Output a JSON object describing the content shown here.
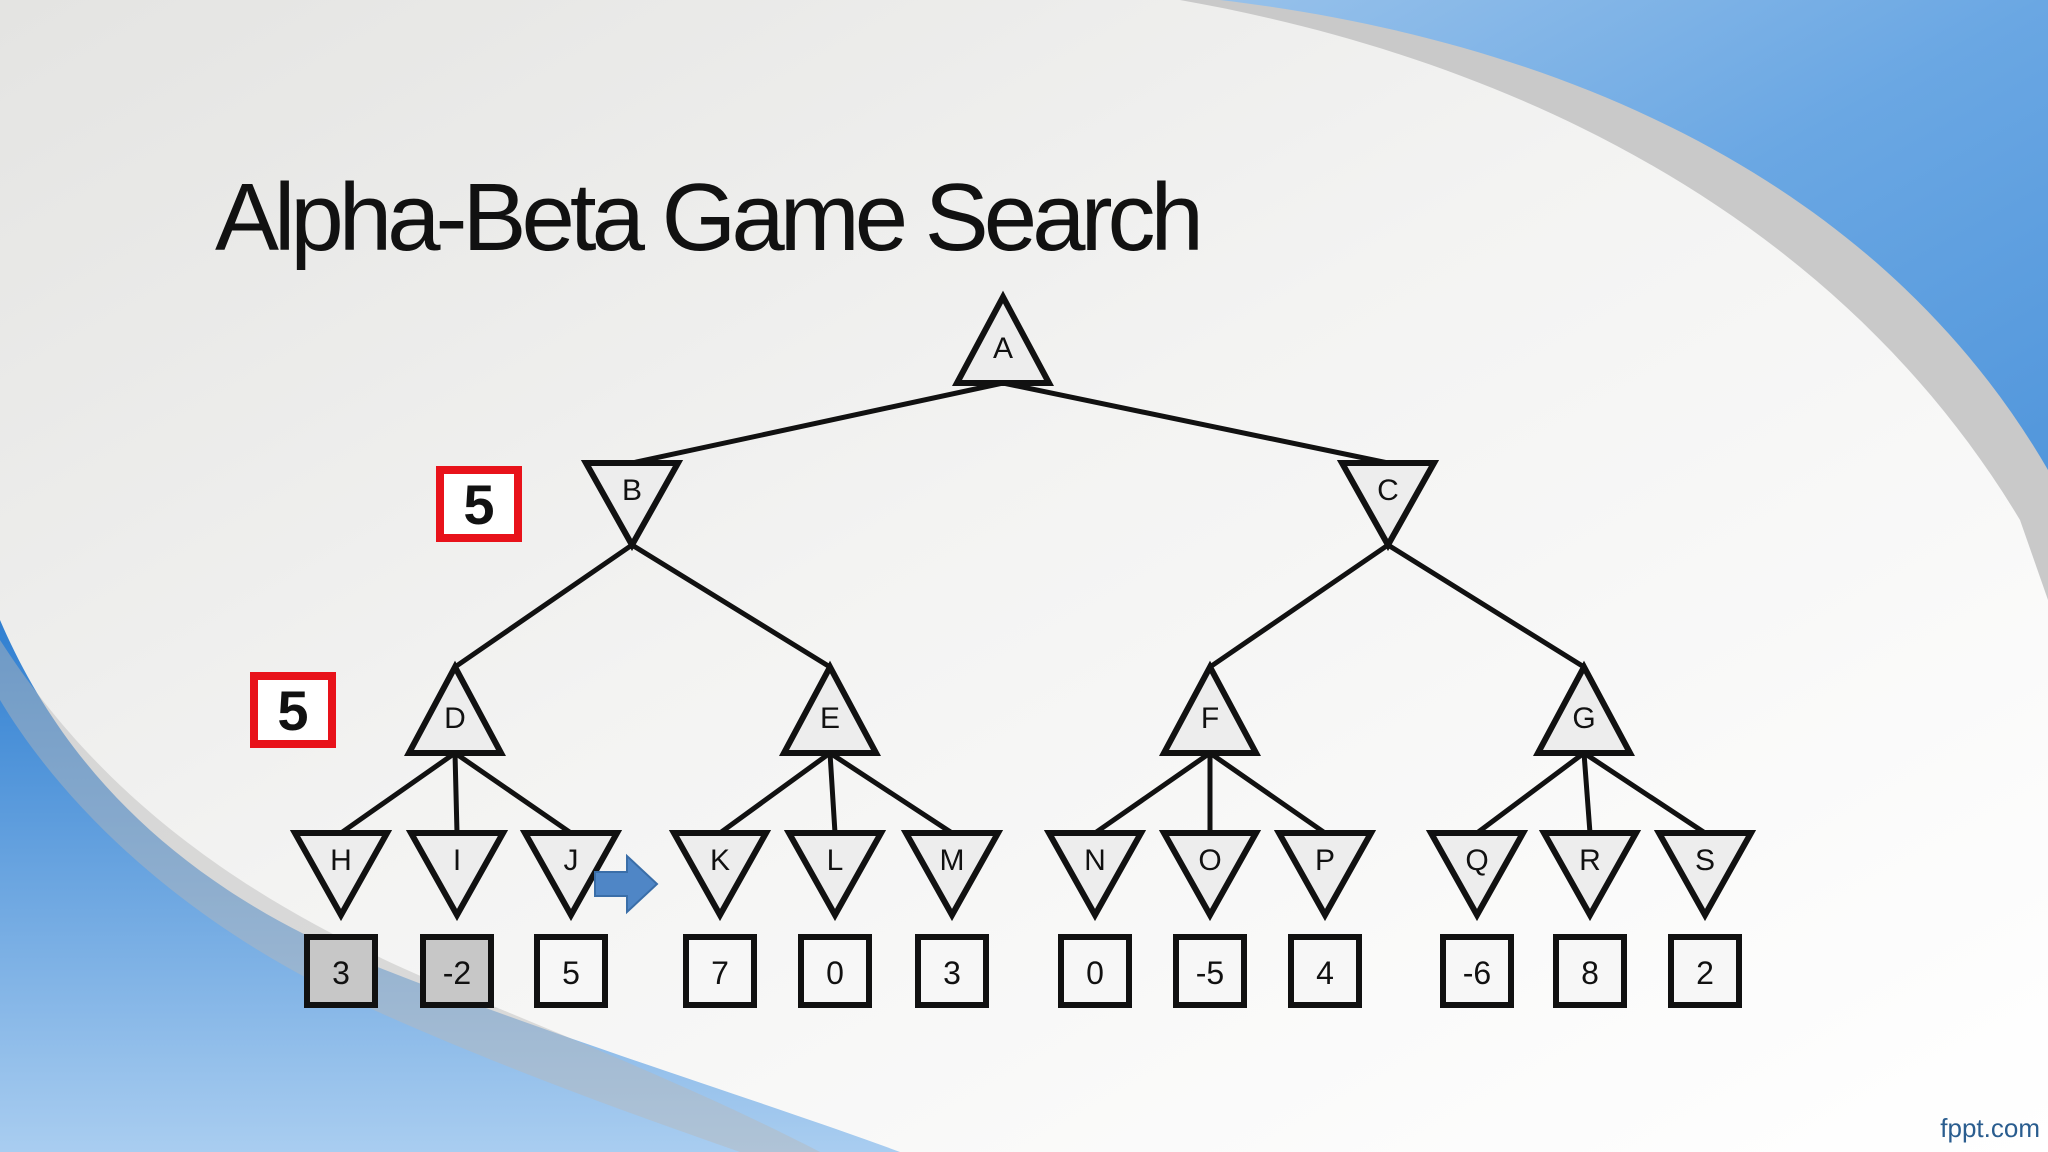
{
  "slide": {
    "title": "Alpha-Beta Game Search",
    "footer": "fppt.com",
    "accent_color": "#e8121a",
    "background_blue": "#3f8ad6"
  },
  "tree": {
    "root": {
      "id": "A",
      "type": "max"
    },
    "level1": [
      {
        "id": "B",
        "type": "min"
      },
      {
        "id": "C",
        "type": "min"
      }
    ],
    "level2": [
      {
        "id": "D",
        "type": "max",
        "parent": "B"
      },
      {
        "id": "E",
        "type": "max",
        "parent": "B"
      },
      {
        "id": "F",
        "type": "max",
        "parent": "C"
      },
      {
        "id": "G",
        "type": "max",
        "parent": "C"
      }
    ],
    "level3": [
      {
        "id": "H",
        "type": "min",
        "parent": "D",
        "value": "3",
        "highlighted": true
      },
      {
        "id": "I",
        "type": "min",
        "parent": "D",
        "value": "-2",
        "highlighted": true
      },
      {
        "id": "J",
        "type": "min",
        "parent": "D",
        "value": "5",
        "highlighted": false
      },
      {
        "id": "K",
        "type": "min",
        "parent": "E",
        "value": "7",
        "highlighted": false
      },
      {
        "id": "L",
        "type": "min",
        "parent": "E",
        "value": "0",
        "highlighted": false
      },
      {
        "id": "M",
        "type": "min",
        "parent": "E",
        "value": "3",
        "highlighted": false
      },
      {
        "id": "N",
        "type": "min",
        "parent": "F",
        "value": "0",
        "highlighted": false
      },
      {
        "id": "O",
        "type": "min",
        "parent": "F",
        "value": "-5",
        "highlighted": false
      },
      {
        "id": "P",
        "type": "min",
        "parent": "F",
        "value": "4",
        "highlighted": false
      },
      {
        "id": "Q",
        "type": "min",
        "parent": "G",
        "value": "-6",
        "highlighted": false
      },
      {
        "id": "R",
        "type": "min",
        "parent": "G",
        "value": "8",
        "highlighted": false
      },
      {
        "id": "S",
        "type": "min",
        "parent": "G",
        "value": "2",
        "highlighted": false
      }
    ],
    "annotations": [
      {
        "node": "B",
        "value": "5"
      },
      {
        "node": "D",
        "value": "5"
      }
    ],
    "pointer": {
      "points_to": "K",
      "icon": "right-arrow-icon",
      "color": "#4f86c6"
    }
  }
}
